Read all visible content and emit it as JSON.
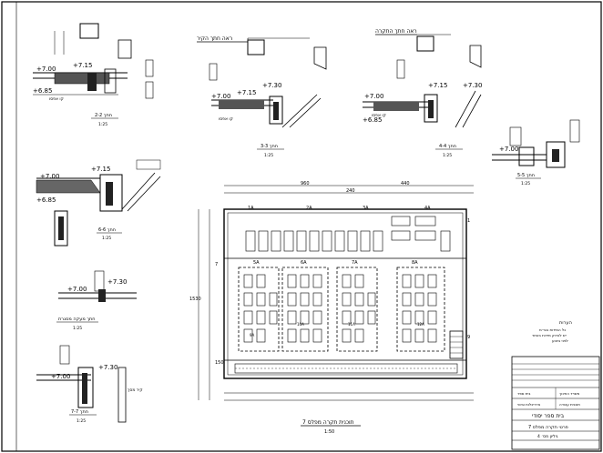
{
  "sections": {
    "s1": {
      "title": "חתך 2-2",
      "scale": "1:25",
      "levels": [
        "+7.15",
        "+7.00",
        "+6.85"
      ],
      "note": "קו אפסו"
    },
    "s2": {
      "title": "חתך 3-3",
      "scale": "1:25",
      "header": "ראה חתך הקיר",
      "levels": [
        "+7.30",
        "+7.15",
        "+7.00"
      ],
      "note": "קו אפסו"
    },
    "s3": {
      "title": "חתך 4-4",
      "scale": "1:25",
      "header": "ראה חתך התקרה",
      "levels": [
        "+7.30",
        "+7.15",
        "+7.00",
        "+6.85"
      ],
      "note": "קו אפסו"
    },
    "s4": {
      "title": "חתך 5-5",
      "scale": "1:25",
      "levels": [
        "+7.00"
      ]
    },
    "s5": {
      "title": "חתך 6-6",
      "scale": "1:25",
      "levels": [
        "+7.15",
        "+7.00",
        "+6.85"
      ]
    },
    "s6": {
      "title": "חתך מעקה מסגרת",
      "scale": "1:25",
      "levels": [
        "+7.00",
        "+7.30"
      ]
    },
    "s7": {
      "title": "חתך 7-7",
      "scale": "1:25",
      "levels": [
        "+7.30",
        "+7.00"
      ],
      "note": "קיר מסך"
    }
  },
  "plan": {
    "title": "תוכנית תקרה מפלס 7",
    "scale": "1:50",
    "room_labels": [
      "1A",
      "2A",
      "3A",
      "4A",
      "5A",
      "6A",
      "7A",
      "8A",
      "9A",
      "10A",
      "11A",
      "12A"
    ],
    "top_dims": [
      "960",
      "440",
      "240"
    ],
    "side_dims": [
      "1530",
      "150"
    ],
    "markers": [
      "7",
      "1",
      "9"
    ]
  },
  "notes": {
    "heading": "הערות",
    "lines": [
      "כל המידות בס״מ",
      "יש לבדוק מידות באתר",
      "לפני ביצוע"
    ]
  },
  "title_block": {
    "rows": [
      "בית ספר",
      "משרד החינוך",
      "אדריכלות ובינוי",
      "תוכנית עבודה"
    ],
    "project": "בית ספר יסודי",
    "drawing": "פרטי תקרה מפלס 7",
    "footer": "גיליון מס׳ 4"
  }
}
